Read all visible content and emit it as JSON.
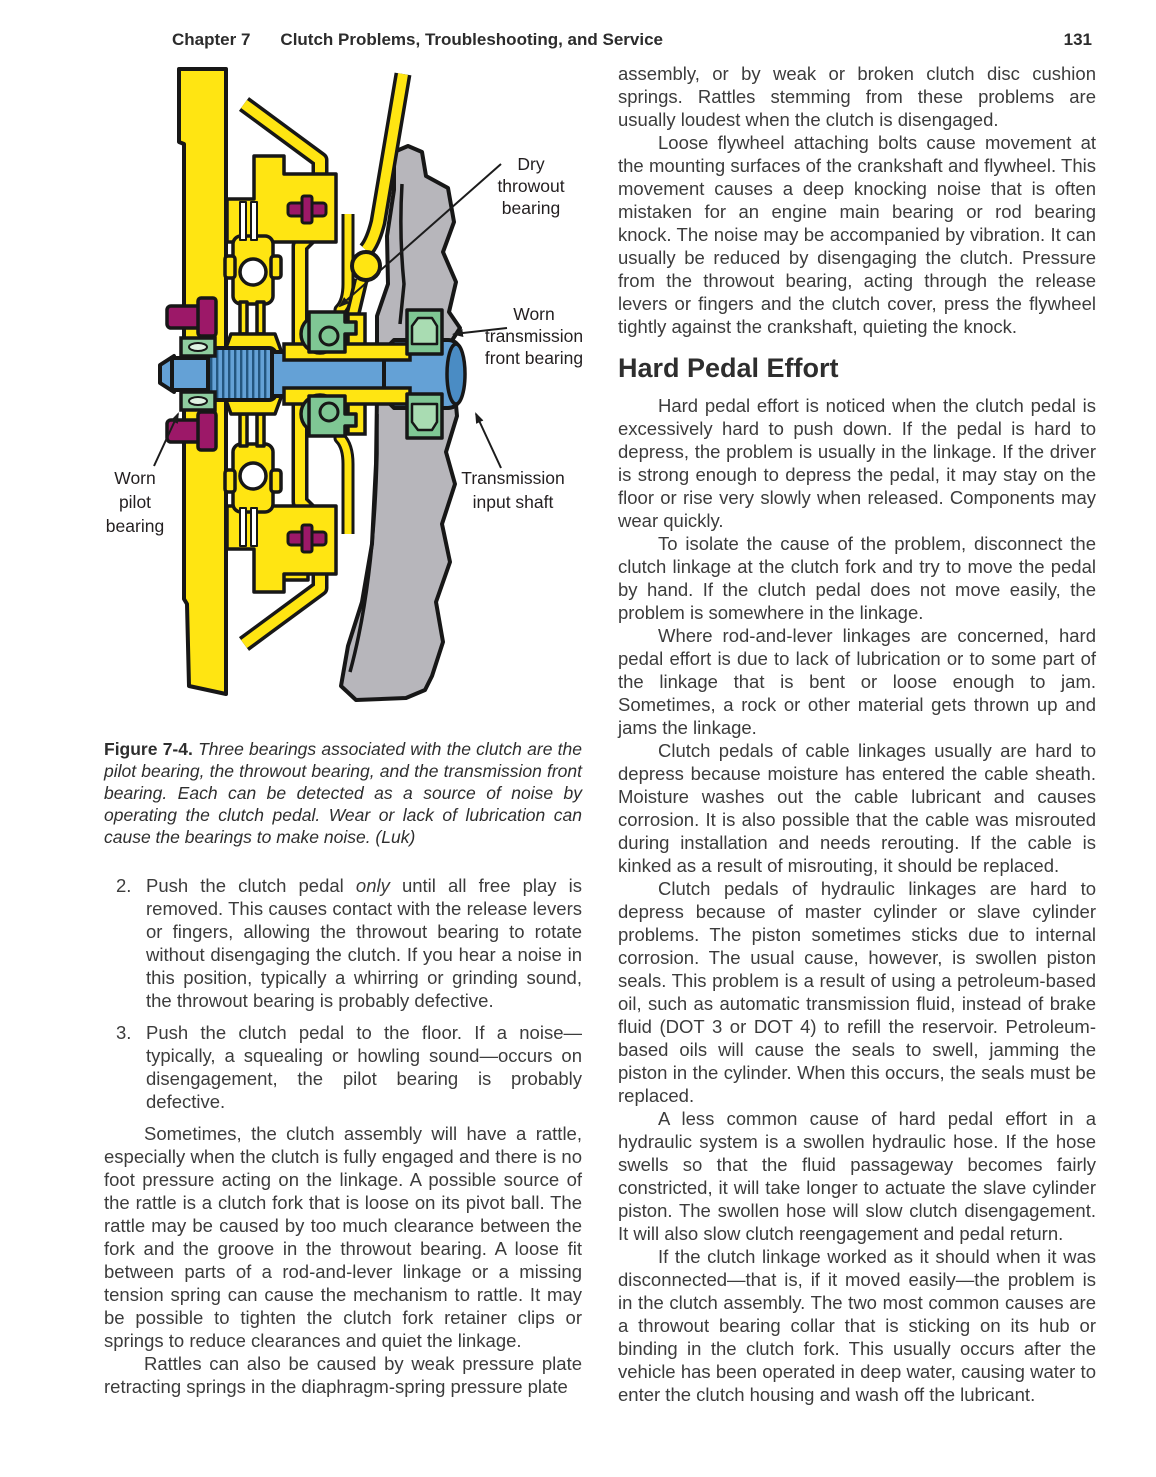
{
  "header": {
    "chapter": "Chapter 7",
    "title": "Clutch Problems, Troubleshooting, and Service",
    "page_number": "131"
  },
  "figure": {
    "labels": {
      "throwout": [
        "Dry",
        "throwout",
        "bearing"
      ],
      "front": [
        "Worn",
        "transmission",
        "front bearing"
      ],
      "pilot": [
        "Worn",
        "pilot",
        "bearing"
      ],
      "shaft": [
        "Transmission",
        "input shaft"
      ]
    },
    "caption": {
      "lead": "Figure 7-4.",
      "body": " Three bearings associated with the clutch are the pilot bearing, the throwout bearing, and the transmission front bearing. Each can be detected as a source of noise by operating the clutch pedal. Wear or lack of lubrication can cause the bearings to make noise. (Luk)"
    },
    "colors": {
      "yellow": "#FFE512",
      "gray": "#B7B6BB",
      "blue": "#64A1D6",
      "blue_dark": "#4A8CC4",
      "green": "#7FC794",
      "green_light": "#A9DCB2",
      "magenta": "#9C1868",
      "outline": "#171717"
    }
  },
  "left_column": {
    "list": {
      "item2": {
        "number": "2.",
        "pre": "Push the clutch pedal ",
        "italic": "only",
        "post": " until all free play is removed. This causes contact with the release levers or fingers, allowing the throwout bearing to rotate without disengaging the clutch. If you hear a noise in this position, typically a whirring or grinding sound, the throwout bearing is probably defective."
      },
      "item3": {
        "number": "3.",
        "text": "Push the clutch pedal to the floor. If a noise—typically, a squealing or howling sound—occurs on disengagement, the pilot bearing is probably defective."
      }
    },
    "paragraphs": [
      {
        "text": "Sometimes, the clutch assembly will have a rattle, especially when the clutch is fully engaged and there is no foot pressure acting on the linkage. A possible source of the rattle is a clutch fork that is loose on its pivot ball. The rattle may be caused by too much clearance between the fork and the groove in the throwout bearing. A loose fit between parts of a rod-and-lever linkage or a missing tension spring can cause the mechanism to rattle. It may be possible to tighten the clutch fork retainer clips or springs to reduce clearances and quiet the linkage."
      },
      {
        "text": "Rattles can also be caused by weak pressure plate retracting springs in the diaphragm-spring pressure plate"
      }
    ]
  },
  "right_column": {
    "paragraphs_before_heading": [
      {
        "text": "assembly, or by weak or broken clutch disc cushion springs. Rattles stemming from these problems are usually loudest when the clutch is disengaged."
      },
      {
        "text": "Loose flywheel attaching bolts cause movement at the mounting surfaces of the crankshaft and flywheel. This movement causes a deep knocking noise that is often mistaken for an engine main bearing or rod bearing knock. The noise may be accompanied by vibration. It can usually be reduced by disengaging the clutch. Pressure from the throwout bearing, acting through the release levers or fingers and the clutch cover, press the flywheel tightly against the crankshaft, quieting the knock."
      }
    ],
    "heading": "Hard Pedal Effort",
    "paragraphs_after_heading": [
      {
        "text": "Hard pedal effort is noticed when the clutch pedal is excessively hard to push down. If the pedal is hard to depress, the problem is usually in the linkage. If the driver is strong enough to depress the pedal, it may stay on the floor or rise very slowly when released. Components may wear quickly."
      },
      {
        "text": "To isolate the cause of the problem, disconnect the clutch linkage at the clutch fork and try to move the pedal by hand. If the clutch pedal does not move easily, the problem is somewhere in the linkage."
      },
      {
        "text": "Where rod-and-lever linkages are concerned, hard pedal effort is due to lack of lubrication or to some part of the linkage that is bent or loose enough to jam. Sometimes, a rock or other material gets thrown up and jams the linkage."
      },
      {
        "text": "Clutch pedals of cable linkages usually are hard to depress because moisture has entered the cable sheath. Moisture washes out the cable lubricant and causes corrosion. It is also possible that the cable was misrouted during installation and needs rerouting. If the cable is kinked as a result of misrouting, it should be replaced."
      },
      {
        "text": "Clutch pedals of hydraulic linkages are hard to depress because of master cylinder or slave cylinder problems. The piston sometimes sticks due to internal corrosion. The usual cause, however, is swollen piston seals. This problem is a result of using a petroleum-based oil, such as automatic transmission fluid, instead of brake fluid (DOT 3 or DOT 4) to refill the reservoir. Petroleum-based oils will cause the seals to swell, jamming the piston in the cylinder. When this occurs, the seals must be replaced."
      },
      {
        "text": "A less common cause of hard pedal effort in a hydraulic system is a swollen hydraulic hose. If the hose swells so that the fluid passageway becomes fairly constricted, it will take longer to actuate the slave cylinder piston. The swollen hose will slow clutch disengagement. It will also slow clutch reengagement and pedal return."
      },
      {
        "text": "If the clutch linkage worked as it should when it was disconnected—that is, if it moved easily—the problem is in the clutch assembly. The two most common causes are a throwout bearing collar that is sticking on its hub or binding in the clutch fork. This usually occurs after the vehicle has been operated in deep water, causing water to enter the clutch housing and wash off the lubricant."
      }
    ]
  }
}
